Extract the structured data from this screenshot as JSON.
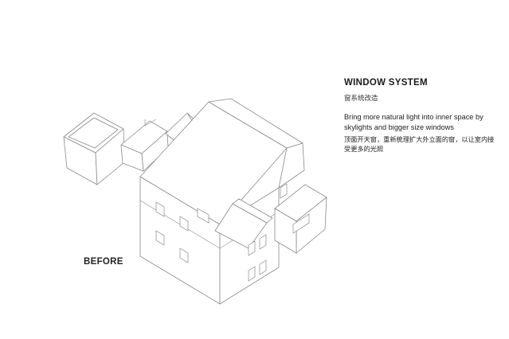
{
  "section": {
    "title": "WINDOW SYSTEM",
    "subtitle": "窗系统改造",
    "description_en": "Bring more natural light into inner space by skylights and bigger size windows",
    "description_cn": "顶面开天窗，重新梳理扩大外立面的窗，以让室内接受更多的光照"
  },
  "drawing": {
    "label": "BEFORE",
    "line_color": "#8a8a8a"
  }
}
